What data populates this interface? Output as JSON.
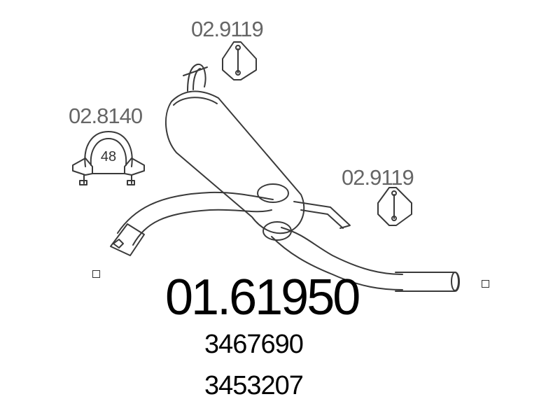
{
  "main_part_number": "01.61950",
  "oe_numbers": [
    "3467690",
    "3453207"
  ],
  "parts": {
    "hanger_top": {
      "number": "02.9119"
    },
    "clamp": {
      "number": "02.8140",
      "diameter": "48"
    },
    "hanger_right": {
      "number": "02.9119"
    }
  },
  "colors": {
    "drawing_stroke": "#3a3a3a",
    "label_gray": "#666666",
    "text_black": "#000000"
  }
}
